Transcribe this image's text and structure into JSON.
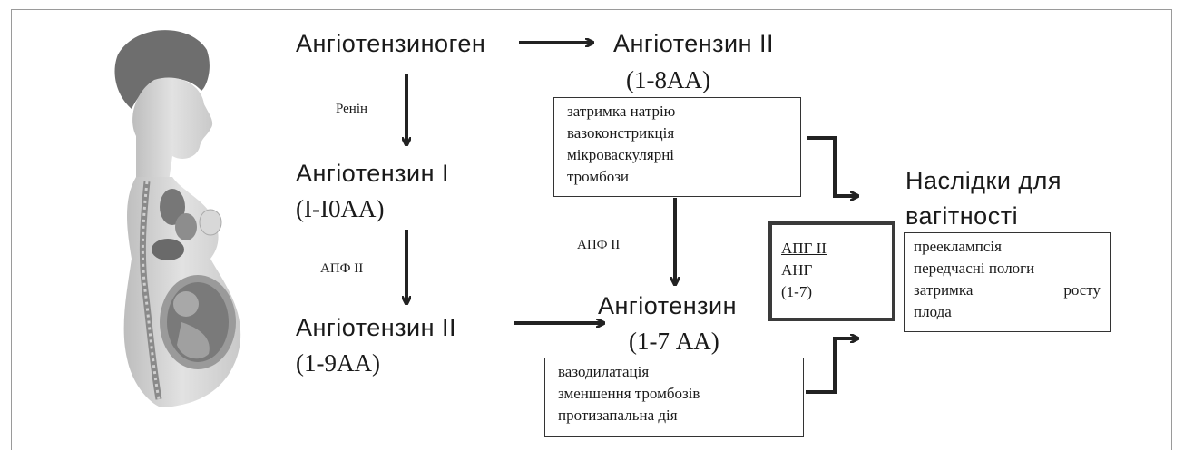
{
  "nodes": {
    "angiotensinogen": "Ангіотензиноген",
    "angiotensin2_top": "Ангіотензин II",
    "angiotensin2_top_aa": "(1-8АА)",
    "angiotensin1": "Ангіотензин I",
    "angiotensin1_aa": "(I-I0АА)",
    "angiotensin2_bottom": "Ангіотензин II",
    "angiotensin2_bottom_aa": "(1-9АА)",
    "angiotensin17": "Ангіотензин",
    "angiotensin17_aa": "(1-7 АА)",
    "consequences_line1": "Наслідки для",
    "consequences_line2": "вагітності"
  },
  "enzymes": {
    "renin": "Ренін",
    "ace2_left": "АПФ II",
    "ace2_middle": "АПФ II"
  },
  "boxes": {
    "ang2_effects": [
      "затримка натрію",
      "вазоконстрикція",
      "мікроваскулярні",
      "тромбози"
    ],
    "ang17_effects": [
      "вазодилатація",
      "зменшення тромбозів",
      "протизапальна дія"
    ],
    "ratio": {
      "numerator": "АПГ II",
      "line2": "АНГ",
      "line3": "(1-7)"
    },
    "outcomes": [
      "прееклампсія",
      "передчасні пологи",
      "затримка",
      "росту",
      "плода"
    ]
  },
  "colors": {
    "arrow": "#222222",
    "box_border": "#333333"
  }
}
